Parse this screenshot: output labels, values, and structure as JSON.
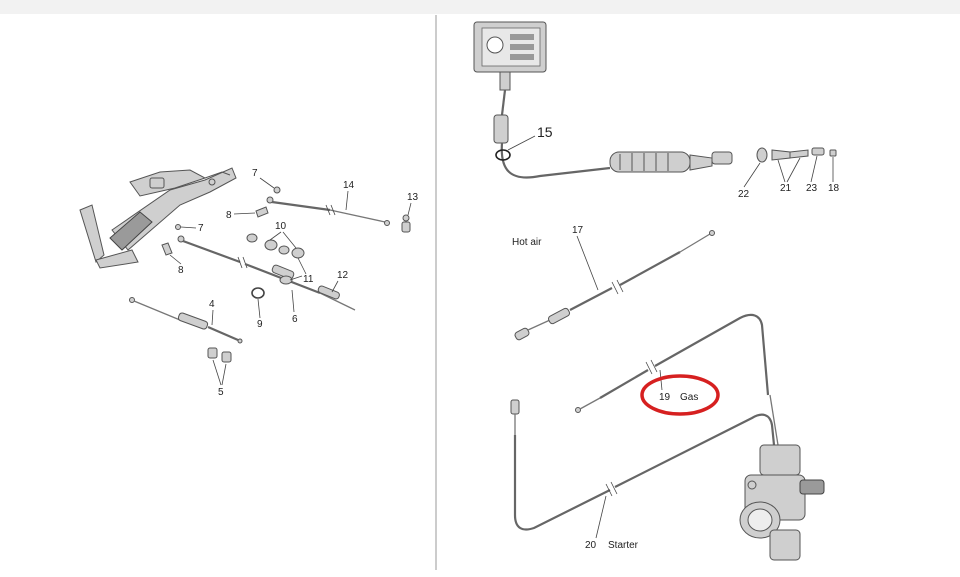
{
  "callouts": {
    "c4": "4",
    "c5": "5",
    "c6": "6",
    "c7a": "7",
    "c7b": "7",
    "c8a": "8",
    "c8b": "8",
    "c9": "9",
    "c10": "10",
    "c11": "11",
    "c12": "12",
    "c13": "13",
    "c14": "14",
    "c15": "15",
    "c17": "17",
    "c18": "18",
    "c19": "19",
    "c20": "20",
    "c21": "21",
    "c22": "22",
    "c23": "23"
  },
  "labels": {
    "hot_air": "Hot air",
    "gas": "Gas",
    "starter": "Starter"
  },
  "highlight": {
    "color": "#d62020",
    "target": "19 Gas"
  },
  "icons": {
    "handlebar": "handlebar-grip-icon",
    "gauge": "instrument-gauge-icon",
    "carburetor": "carburetor-icon"
  }
}
